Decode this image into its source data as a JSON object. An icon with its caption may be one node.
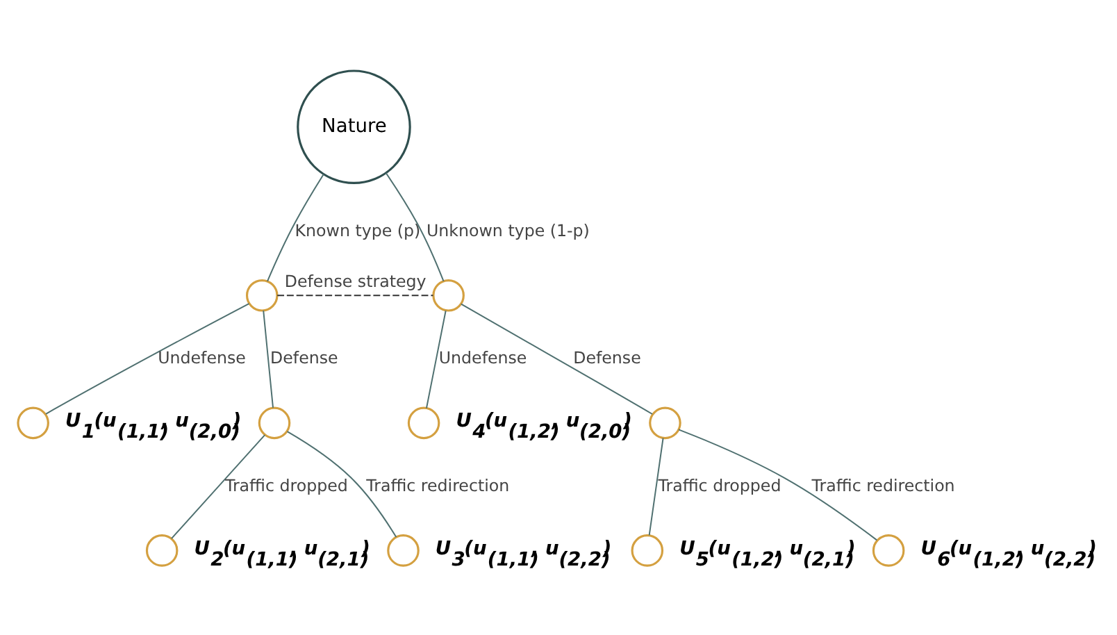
{
  "diagram": {
    "nodes": [
      {
        "text": [
          "Nature"
        ]
      },
      {
        "text": [],
        "shape": "circle"
      },
      {
        "text": [],
        "shape": "circle"
      },
      {
        "text": [],
        "shape": "circle",
        "beside": [
          "U$_{1}$(u$_{(1,1)}$, u$_{(2,0)}$)"
        ]
      },
      {
        "text": [],
        "shape": "circle"
      },
      {
        "text": [],
        "shape": "circle",
        "beside": [
          "U$_{4}$(u$_{(1,2)}$, u$_{(2,0)}$)"
        ]
      },
      {
        "text": [],
        "shape": "circle"
      },
      {
        "text": [],
        "shape": "circle",
        "beside": [
          "U$_{2}$(u$_{(1,1)}$, u$_{(2,1)}$)"
        ]
      },
      {
        "text": [],
        "shape": "circle",
        "beside": [
          "U$_{3}$(u$_{(1,1)}$, u$_{(2,2)}$)"
        ]
      },
      {
        "text": [],
        "shape": "circle",
        "beside": [
          "U$_{5}$(u$_{(1,2)}$, u$_{(2,1)}$)"
        ]
      },
      {
        "text": [],
        "shape": "circle",
        "beside": [
          "U$_{6}$(u$_{(1,2)}$, u$_{(2,2)}$)"
        ]
      }
    ],
    "edges": [
      {
        "from": 0,
        "to": 1,
        "arrow": "none",
        "label": "Known type (p)"
      },
      {
        "from": 0,
        "to": 2,
        "arrow": "none",
        "label": "Unknown type (1-p)"
      },
      {
        "from": 1,
        "to": 2,
        "arrow": "none",
        "label": "Defense strategy",
        "style": "dashed",
        "color": "#333333"
      },
      {
        "from": 1,
        "to": 3,
        "arrow": "none",
        "label": "Undefense"
      },
      {
        "from": 1,
        "to": 4,
        "arrow": "none",
        "label": "Defense"
      },
      {
        "from": 2,
        "to": 5,
        "arrow": "none",
        "label": "Undefense"
      },
      {
        "from": 2,
        "to": 6,
        "arrow": "none",
        "label": "Defense"
      },
      {
        "from": 4,
        "to": 7,
        "arrow": "none",
        "label": "Traffic dropped"
      },
      {
        "from": 4,
        "to": 8,
        "arrow": "none",
        "label": "Traffic redirection"
      },
      {
        "from": 6,
        "to": 9,
        "arrow": "none",
        "label": "Traffic dropped"
      },
      {
        "from": 6,
        "to": 10,
        "arrow": "none",
        "label": "Traffic redirection"
      }
    ]
  }
}
